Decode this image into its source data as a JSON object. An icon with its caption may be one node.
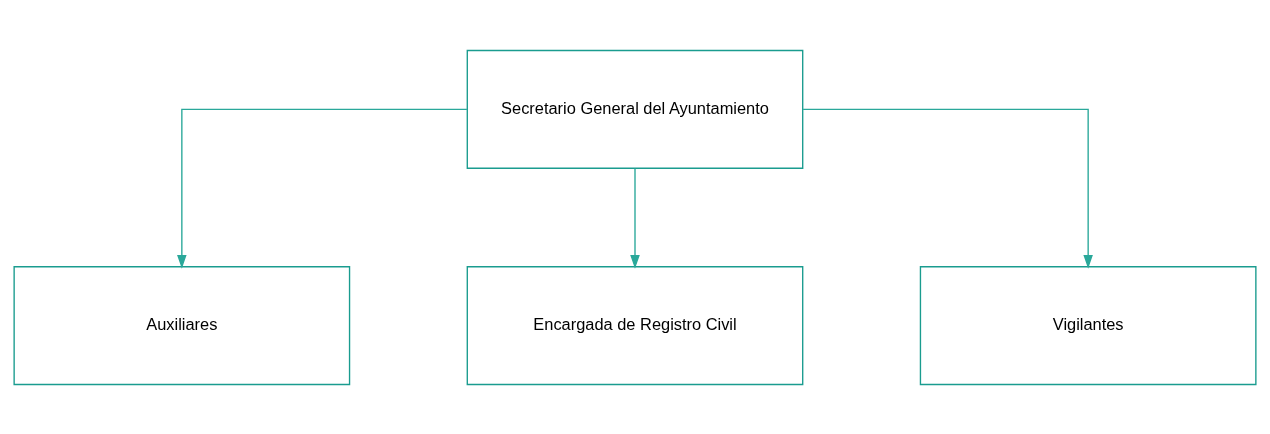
{
  "diagram": {
    "nodes": [
      {
        "text": [
          "Secretario General del Ayuntamiento"
        ]
      },
      {
        "text": [
          "Auxiliares"
        ]
      },
      {
        "text": [
          "Encargada de Registro Civil"
        ]
      },
      {
        "text": [
          "Vigilantes"
        ]
      }
    ],
    "edges": [
      {
        "from": 0,
        "to": 1,
        "arrow": "to"
      },
      {
        "from": 0,
        "to": 2,
        "arrow": "to"
      },
      {
        "from": 0,
        "to": 3,
        "arrow": "to"
      }
    ]
  }
}
